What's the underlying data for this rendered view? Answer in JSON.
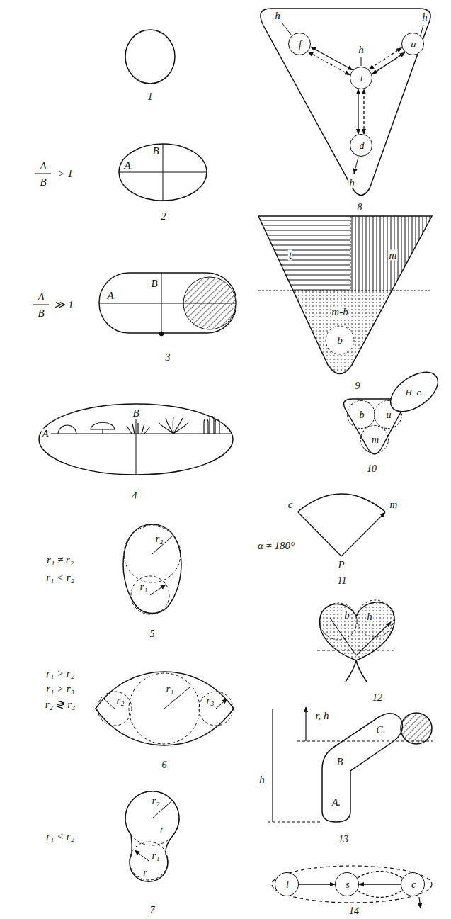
{
  "diagram": {
    "nodes": [
      {
        "text": [
          "t"
        ]
      },
      {
        "text": [
          "r"
        ]
      },
      {
        "text": [
          "f"
        ]
      },
      {
        "text": [
          "t"
        ]
      },
      {
        "text": [
          "a"
        ]
      },
      {
        "text": [
          "d"
        ]
      },
      {
        "text": [
          "b"
        ]
      },
      {
        "text": [
          "u"
        ]
      },
      {
        "text": [
          "m"
        ]
      },
      {
        "text": [
          "H. c."
        ]
      },
      {
        "text": [
          "C.",
          "B",
          "A."
        ]
      },
      {
        "text": [
          "l"
        ]
      },
      {
        "text": [
          "s"
        ]
      },
      {
        "text": [
          "c"
        ]
      }
    ],
    "edges": [
      {
        "from": 2,
        "to": 3,
        "arrow": "both"
      },
      {
        "from": 2,
        "to": 3,
        "arrow": "both"
      },
      {
        "from": 4,
        "to": 3,
        "arrow": "both"
      },
      {
        "from": 4,
        "to": 3,
        "arrow": "both"
      },
      {
        "from": 5,
        "to": 3,
        "arrow": "both"
      },
      {
        "from": 5,
        "to": 3,
        "arrow": "both"
      },
      {
        "from": 11,
        "to": 12,
        "arrow": "to"
      },
      {
        "from": 13,
        "to": 12,
        "arrow": "to"
      },
      {
        "from": 12,
        "to": 13,
        "arrow": "none"
      },
      {
        "from": 12,
        "to": 13,
        "arrow": "none"
      }
    ],
    "labels": [
      "1",
      "A",
      "B",
      "> 1",
      "A",
      "B",
      "2",
      "A",
      "B",
      "≫ 1",
      "A",
      "B",
      "3",
      "A",
      "B",
      "4",
      "r₁ ≠ r₂",
      "r₁ < r₂",
      "r₂",
      "r₁",
      "5",
      "r₁ > r₂",
      "r₁ > r₃",
      "r₂ ≷ r₃",
      "r₂",
      "r₁",
      "r₃",
      "6",
      "r₁ < r₂",
      "r₂",
      "r₁",
      "7",
      "h",
      "h",
      "h",
      "h",
      "8",
      "t",
      "m",
      "m-b",
      "b",
      "9",
      "10",
      "c",
      "m",
      "α ≠ 180°",
      "P",
      "11",
      "b",
      "h",
      "12",
      "h",
      "r, h",
      "13",
      "14"
    ]
  }
}
